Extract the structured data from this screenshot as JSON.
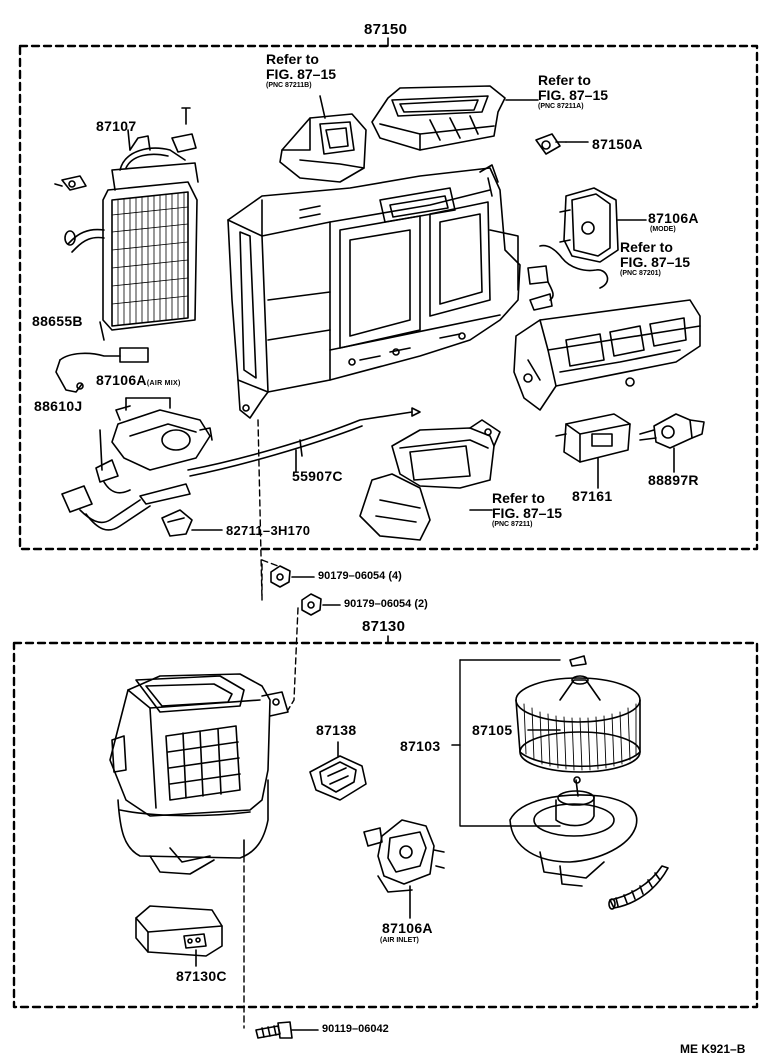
{
  "upper_assembly": {
    "number": "87150",
    "refs": [
      {
        "line1": "Refer to",
        "line2": "FIG. 87–15",
        "pnc": "(PNC 87211B)"
      },
      {
        "line1": "Refer to",
        "line2": "FIG. 87–15",
        "pnc": "(PNC 87211A)"
      },
      {
        "line1": "Refer to",
        "line2": "FIG. 87–15",
        "pnc": "(PNC 87201)"
      },
      {
        "line1": "Refer to",
        "line2": "FIG. 87–15",
        "pnc": "(PNC 87211)"
      }
    ],
    "parts": {
      "p87107": "87107",
      "p87150A": "87150A",
      "p87106A_mode": "87106A",
      "mode_note": "(MODE)",
      "p88655B": "88655B",
      "p87106A_airmix": "87106A",
      "airmix_note": "(AIR MIX)",
      "p88610J": "88610J",
      "p55907C": "55907C",
      "p87161": "87161",
      "p88897R": "88897R",
      "p82711": "82711–3H170"
    }
  },
  "fasteners": {
    "nut1": "90179–06054 (4)",
    "nut2": "90179–06054 (2)",
    "screw": "90119–06042"
  },
  "lower_assembly": {
    "number": "87130",
    "parts": {
      "p87138": "87138",
      "p87103": "87103",
      "p87105": "87105",
      "p87106A_inlet": "87106A",
      "inlet_note": "(AIR INLET)",
      "p87130C": "87130C"
    }
  },
  "figure_code": "ME K921–B"
}
